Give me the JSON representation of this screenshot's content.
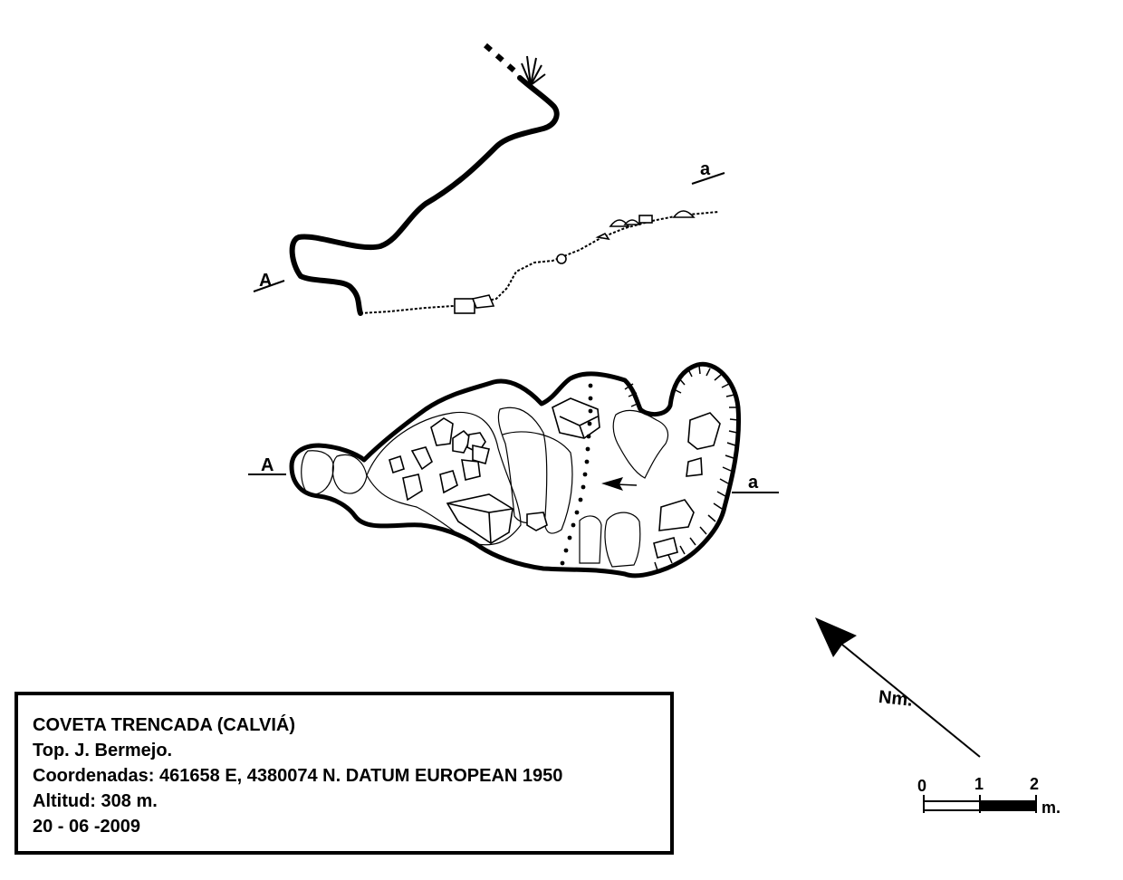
{
  "section_labels": {
    "start": "A",
    "end": "a"
  },
  "plan_labels": {
    "start": "A",
    "end": "a"
  },
  "north": {
    "label": "Nm."
  },
  "scale_bar": {
    "ticks": [
      "0",
      "1",
      "2"
    ],
    "unit": "m."
  },
  "info": {
    "title": "COVETA TRENCADA (CALVIÁ)",
    "surveyor": "Top. J. Bermejo.",
    "coordinates": "Coordenadas: 461658 E, 4380074 N. DATUM EUROPEAN 1950",
    "altitude": "Altitud: 308 m.",
    "date": "20 - 06 -2009"
  }
}
